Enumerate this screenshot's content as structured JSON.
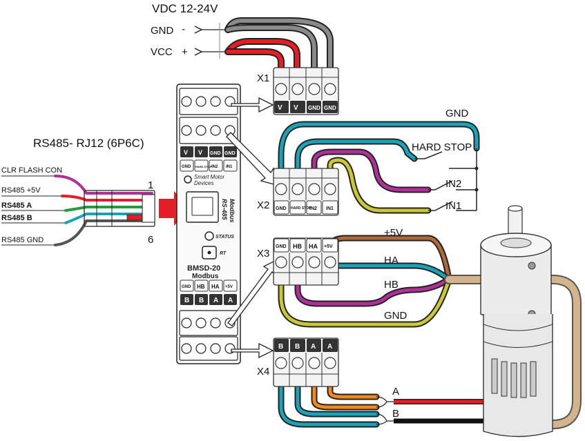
{
  "power": {
    "title": "VDC 12-24V",
    "gnd_label": "GND",
    "gnd_sign": "-",
    "vcc_label": "VCC",
    "vcc_sign": "+"
  },
  "rs485": {
    "title": "RS485- RJ12 (6P6C)",
    "lines": [
      "CLR FLASH CON",
      "RS485 +5V",
      "RS485 A",
      "RS485 B",
      "RS485 GND"
    ],
    "pin_first": "1",
    "pin_last": "6"
  },
  "connectors": {
    "x1": {
      "name": "X1",
      "pins": [
        "V",
        "V",
        "GND",
        "GND"
      ]
    },
    "x2": {
      "name": "X2",
      "pins": [
        "GND",
        "HARD STOP",
        "IN2",
        "IN1"
      ]
    },
    "x3": {
      "name": "X3",
      "pins": [
        "GND",
        "HB",
        "HA",
        "+5V"
      ]
    },
    "x4": {
      "name": "X4",
      "pins": [
        "B",
        "B",
        "A",
        "A"
      ]
    }
  },
  "device": {
    "top_pins": [
      "V",
      "V",
      "GND",
      "GND"
    ],
    "ctrl_pins": [
      "GND",
      "HARD STOP",
      "IN2",
      "IN1"
    ],
    "brand_line1": "Smart Motor",
    "brand_line2": "Devices",
    "side_label1": "RS-485",
    "side_label2": "Modbus",
    "status_label": "STATUS",
    "rt_label": "RT",
    "model_line1": "BMSD-20",
    "model_line2": "Modbus",
    "enc_pins": [
      "GND",
      "HB",
      "HA",
      "+5V"
    ],
    "motor_pins": [
      "B",
      "B",
      "A",
      "A"
    ]
  },
  "switches": {
    "gnd": "GND",
    "hard_stop": "HARD STOP",
    "in2": "IN2",
    "in1": "IN1"
  },
  "encoder_wires": {
    "p5v": "+5V",
    "ha": "HA",
    "hb": "HB",
    "gnd": "GND"
  },
  "motor_wires": {
    "a": "A",
    "b": "B"
  },
  "colors": {
    "red": "#e31e24",
    "black": "#2b2b2b",
    "gray": "#8a8a8a",
    "cyan": "#1aa3b8",
    "magenta": "#b0309a",
    "yellow_green": "#c9c832",
    "brown": "#b06a3a",
    "orange": "#f08a1c",
    "green": "#1e9e3c",
    "blue": "#1b63c6",
    "purple": "#8e3aa8",
    "arrow_red": "#e31e24",
    "tan": "#d4b48c"
  }
}
